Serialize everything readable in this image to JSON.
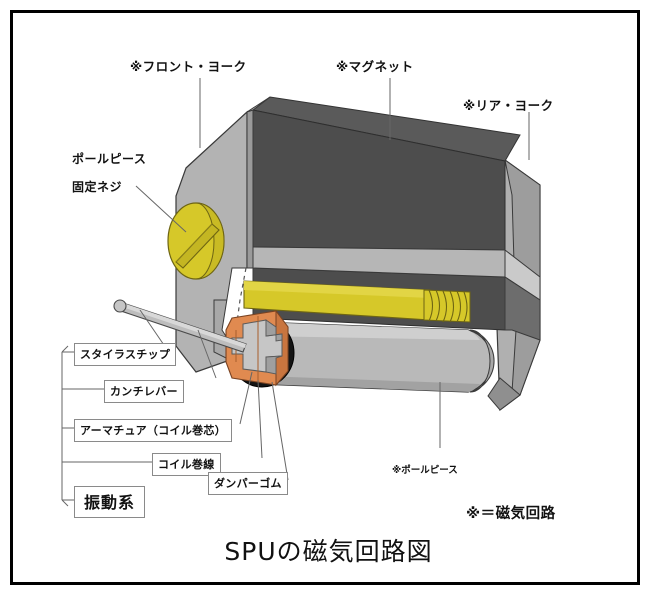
{
  "figure": {
    "title": "SPUの磁気回路図",
    "note": "※＝磁気回路"
  },
  "callouts": {
    "front_yoke": "※フロント・ヨーク",
    "magnet": "※マグネット",
    "rear_yoke": "※リア・ヨーク",
    "pole_piece_screw_line1": "ポールピース",
    "pole_piece_screw_line2": "固定ネジ",
    "pole_piece": "※ポールピース"
  },
  "vibration_group": {
    "group_label": "振動系",
    "items": [
      {
        "label": "スタイラスチップ"
      },
      {
        "label": "カンチレバー"
      },
      {
        "label": "アーマチュア（コイル巻芯）"
      },
      {
        "label": "コイル巻線"
      },
      {
        "label": "ダンパーゴム"
      }
    ]
  },
  "colors": {
    "magnet_dark": "#4d4d4d",
    "magnet_side": "#3f3f3f",
    "yoke_light": "#b3b3b3",
    "yoke_mid": "#9a9a9a",
    "yoke_pale": "#c8c8c8",
    "screw_yellow": "#d6c829",
    "screw_yellow_dark": "#b5a71d",
    "armature_orange": "#e08a50",
    "damper_black": "#141414",
    "line": "#555555",
    "border": "#000000"
  }
}
